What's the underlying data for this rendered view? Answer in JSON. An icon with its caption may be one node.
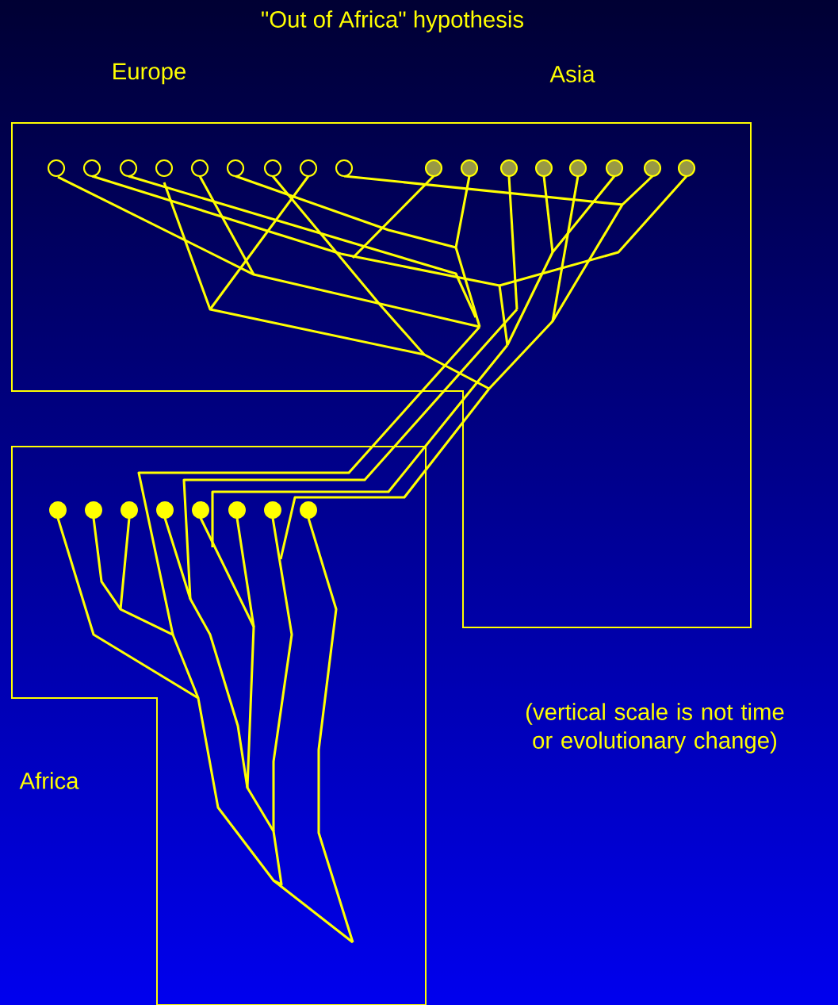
{
  "diagram": {
    "title": "\"Out of Africa\" hypothesis",
    "labels": [
      "Europe",
      "Asia",
      "Africa",
      "(vertical scale is not time or evolutionary change)"
    ]
  }
}
